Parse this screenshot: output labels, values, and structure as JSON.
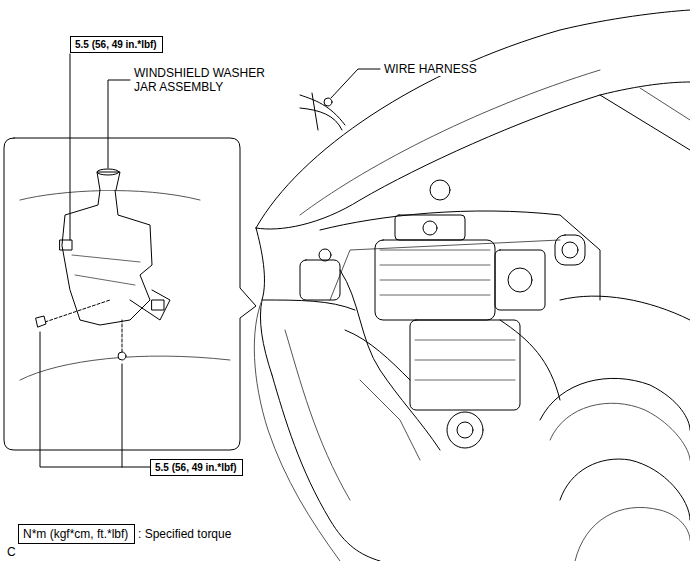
{
  "diagram": {
    "nodes": [
      {
        "text": [
          "5.5 (56, 49 in.*lbf)"
        ]
      },
      {
        "text": [
          "5.5 (56, 49 in.*lbf)"
        ]
      },
      {
        "text": [
          "N*m (kgf*cm, ft.*lbf)"
        ]
      }
    ],
    "labels": [
      "WINDSHIELD WASHER JAR ASSEMBLY",
      "WIRE HARNESS",
      ": Specified torque",
      "C"
    ]
  }
}
